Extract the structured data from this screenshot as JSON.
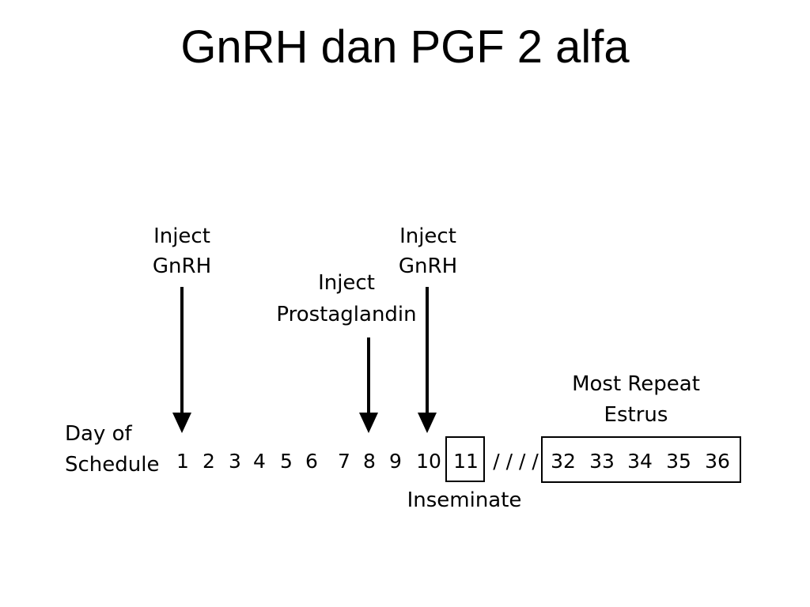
{
  "title": "GnRH dan PGF 2 alfa",
  "diagram": {
    "row_label": [
      "Day of",
      "Schedule"
    ],
    "days_main": [
      "1",
      "2",
      "3",
      "4",
      "5",
      "6",
      "7",
      "8",
      "9",
      "10"
    ],
    "day_boxed": "11",
    "separator": "/ / / /",
    "days_repeat": [
      "32",
      "33",
      "34",
      "35",
      "36"
    ],
    "inject_gnrh_1": [
      "Inject",
      "GnRH"
    ],
    "inject_prostaglandin": [
      "Inject",
      "Prostaglandin"
    ],
    "inject_gnrh_2": [
      "Inject",
      "GnRH"
    ],
    "repeat_label": [
      "Most Repeat",
      "Estrus"
    ],
    "inseminate_label": "Inseminate"
  }
}
